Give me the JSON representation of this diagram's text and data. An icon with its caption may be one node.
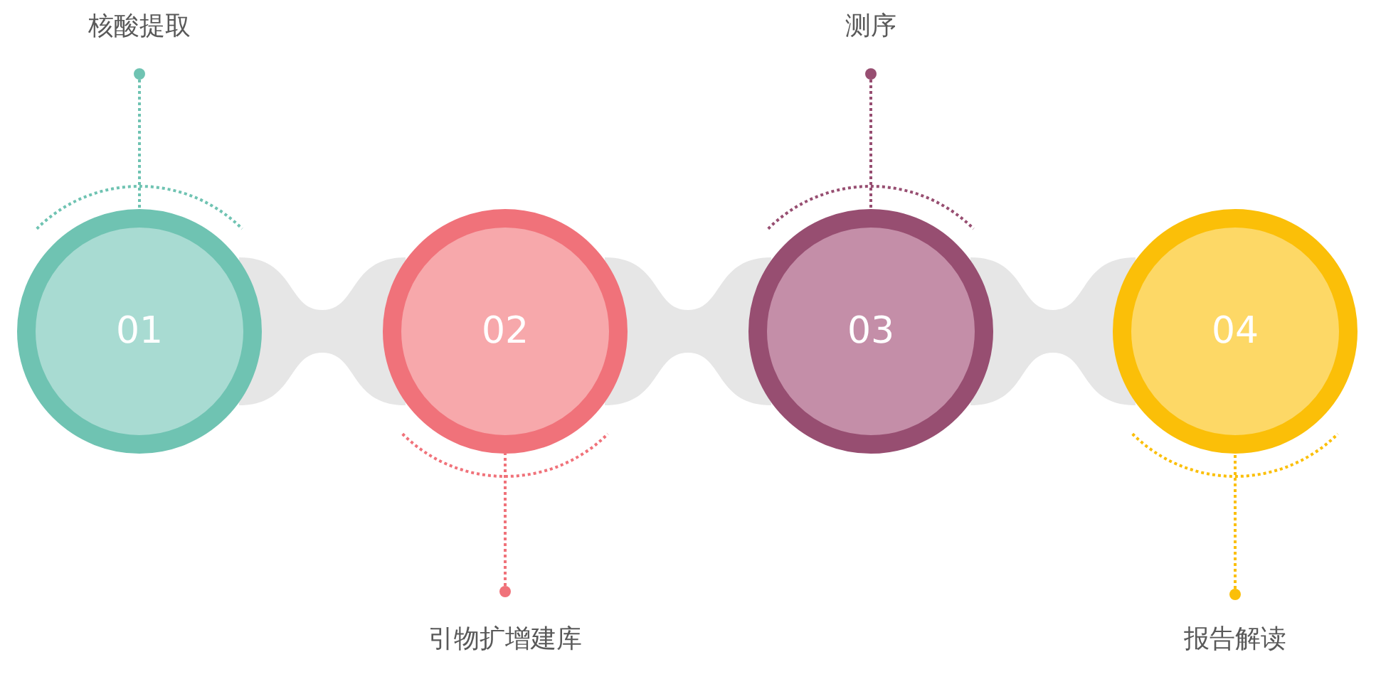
{
  "diagram": {
    "nodes": [
      {
        "text": [
          "核酸提取"
        ]
      },
      {
        "text": [
          "测序"
        ]
      },
      {
        "text": [
          "01"
        ]
      },
      {
        "text": [
          "02"
        ]
      },
      {
        "text": [
          "03"
        ]
      },
      {
        "text": [
          "04"
        ]
      },
      {
        "text": [
          "引物扩增建库"
        ]
      },
      {
        "text": [
          "报告解读"
        ]
      }
    ],
    "edges": [
      {
        "from": 2,
        "to": 3,
        "arrow": "none",
        "style": "thick",
        "color": "#e6e6e6"
      },
      {
        "from": 3,
        "to": 4,
        "arrow": "none",
        "style": "thick",
        "color": "#e6e6e6"
      },
      {
        "from": 4,
        "to": 5,
        "arrow": "none",
        "style": "thick",
        "color": "#e6e6e6"
      },
      {
        "from": 0,
        "to": 2,
        "arrow": "other",
        "style": "dashed",
        "color": "#6fc3b2"
      },
      {
        "from": 6,
        "to": 3,
        "arrow": "other",
        "style": "dashed",
        "color": "#f0727a"
      },
      {
        "from": 1,
        "to": 4,
        "arrow": "other",
        "style": "dashed",
        "color": "#974e71"
      },
      {
        "from": 7,
        "to": 5,
        "arrow": "other",
        "style": "dashed",
        "color": "#fbbf08"
      }
    ]
  }
}
